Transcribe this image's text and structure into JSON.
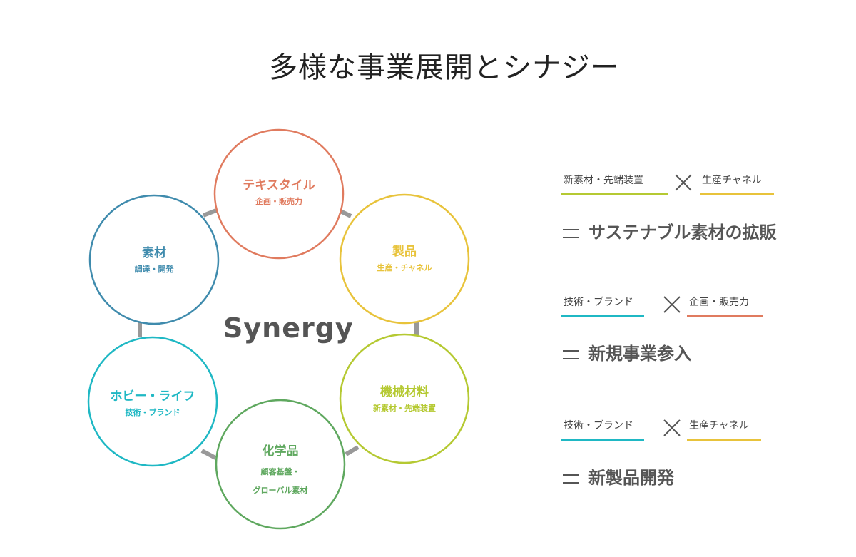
{
  "title": "多様な事業展開とシナジー",
  "center": "Synergy",
  "nodes": [
    {
      "name": "テキスタイル",
      "sub": "企画・販売力",
      "color": "#e07b5f"
    },
    {
      "name": "製品",
      "sub": "生産・チャネル",
      "color": "#e8c33b"
    },
    {
      "name": "機械材料",
      "sub": "新素材・先端装置",
      "color": "#b5c932"
    },
    {
      "name": "化学品",
      "sub": "顧客基盤・\nグローバル素材",
      "color": "#5fa85f"
    },
    {
      "name": "ホビー・ライフ",
      "sub": "技術・ブランド",
      "color": "#1fb8c4"
    },
    {
      "name": "素材",
      "sub": "調達・開発",
      "color": "#3f8bad"
    }
  ],
  "combos": [
    {
      "a": "新素材・先端装置",
      "a_color": "#b5c932",
      "b": "生産チャネル",
      "b_color": "#e8c33b",
      "result": "サステナブル素材の拡販"
    },
    {
      "a": "技術・ブランド",
      "a_color": "#1fb8c4",
      "b": "企画・販売力",
      "b_color": "#e07b5f",
      "result": "新規事業参入"
    },
    {
      "a": "技術・ブランド",
      "a_color": "#1fb8c4",
      "b": "生産チャネル",
      "b_color": "#e8c33b",
      "result": "新製品開発"
    }
  ]
}
